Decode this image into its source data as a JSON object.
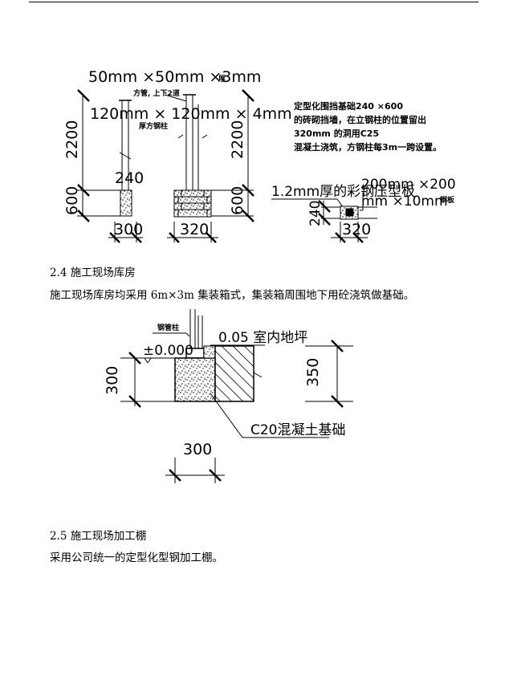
{
  "drawing1": {
    "dim_top": "50mm ×50mm ×3mm",
    "dim_top_suffix": "厚",
    "cap_note": "方管, 上下2道",
    "dim_mid": "120mm × 120mm × 4mm",
    "label_pipe": "厚方钢柱",
    "dim_2200_left": "2200",
    "dim_2200_right": "2200",
    "dim_240": "240",
    "dim_600_left": "600",
    "dim_600_right": "600",
    "dim_300": "300",
    "dim_320": "320",
    "note_line1": "定型化围挡基础240 ×600",
    "note_line2": "的砖砌挡墙，在立钢柱的位置留出",
    "note_line3": "320mm 的洞用C25",
    "note_line4": "混凝土浇筑，方钢柱每3m一跨设置。",
    "plate_label": "1.2mm厚的彩钢压型板",
    "plate_dim_1": "200mm ×200",
    "plate_dim_2": "mm ×10mm",
    "plate_dim_2_suffix": "钢板",
    "plan_240": "240",
    "plan_320": "320"
  },
  "section_2_4": {
    "heading": "2.4 施工现场库房",
    "body": "施工现场库房均采用 6m×3m 集装箱式，集装箱周围地下用砼浇筑做基础。"
  },
  "drawing2": {
    "label_pipe": "钢管柱",
    "label_floor": "0.05 室内地坪",
    "label_zero": "±0.000",
    "dim_300_left": "300",
    "dim_350": "350",
    "label_c20": "C20混凝土基础",
    "dim_300_bottom": "300"
  },
  "section_2_5": {
    "heading": "2.5 施工现场加工棚",
    "body": "采用公司统一的定型化型钢加工棚。"
  }
}
